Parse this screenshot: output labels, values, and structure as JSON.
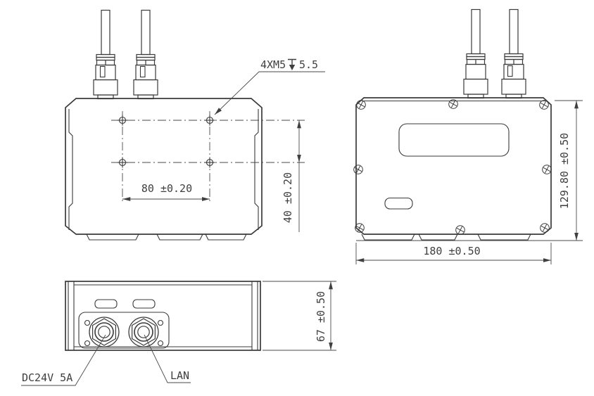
{
  "drawing": {
    "colors": {
      "background": "#ffffff",
      "line": "#3a3a3a",
      "dim_line": "#4a4a4a",
      "text": "#3f3f3f"
    },
    "callout": {
      "thread": "4XM5",
      "depth_icon": "depth-arrow-icon",
      "depth_value": "5.5"
    },
    "dims": {
      "mount_width": "80 ±0.20",
      "mount_height": "40 ±0.20",
      "body_width": "180 ±0.50",
      "body_height": "129.80 ±0.50",
      "front_height": "67 ±0.50"
    },
    "labels": {
      "power": "DC24V 5A",
      "lan": "LAN"
    }
  }
}
